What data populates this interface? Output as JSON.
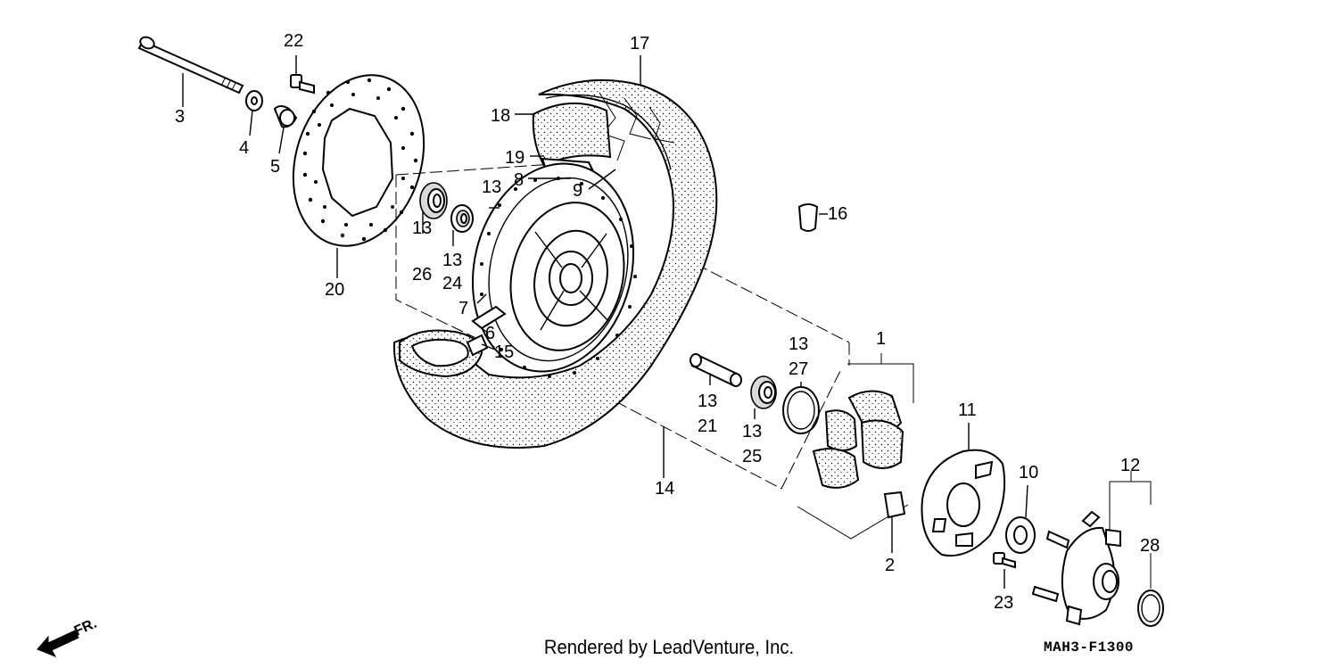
{
  "diagram": {
    "labels": {
      "p1": "1",
      "p2": "2",
      "p3": "3",
      "p4": "4",
      "p5": "5",
      "p6": "6",
      "p7": "7",
      "p8": "8",
      "p9": "9",
      "p10": "10",
      "p11": "11",
      "p12": "12",
      "p14": "14",
      "p15": "15",
      "p16": "16",
      "p17": "17",
      "p18": "18",
      "p19": "19",
      "p20": "20",
      "p22": "22",
      "p23": "23",
      "p28": "28",
      "p13a": "13",
      "p13b": "13",
      "p13c": "13",
      "p13d": "13",
      "p13e": "13",
      "p13f": "13",
      "p21": "21",
      "p24": "24",
      "p25": "25",
      "p26": "26",
      "p27": "27"
    },
    "front_indicator": "FR.",
    "credit": "Rendered by LeadVenture, Inc.",
    "code": "MAH3-F1300"
  }
}
